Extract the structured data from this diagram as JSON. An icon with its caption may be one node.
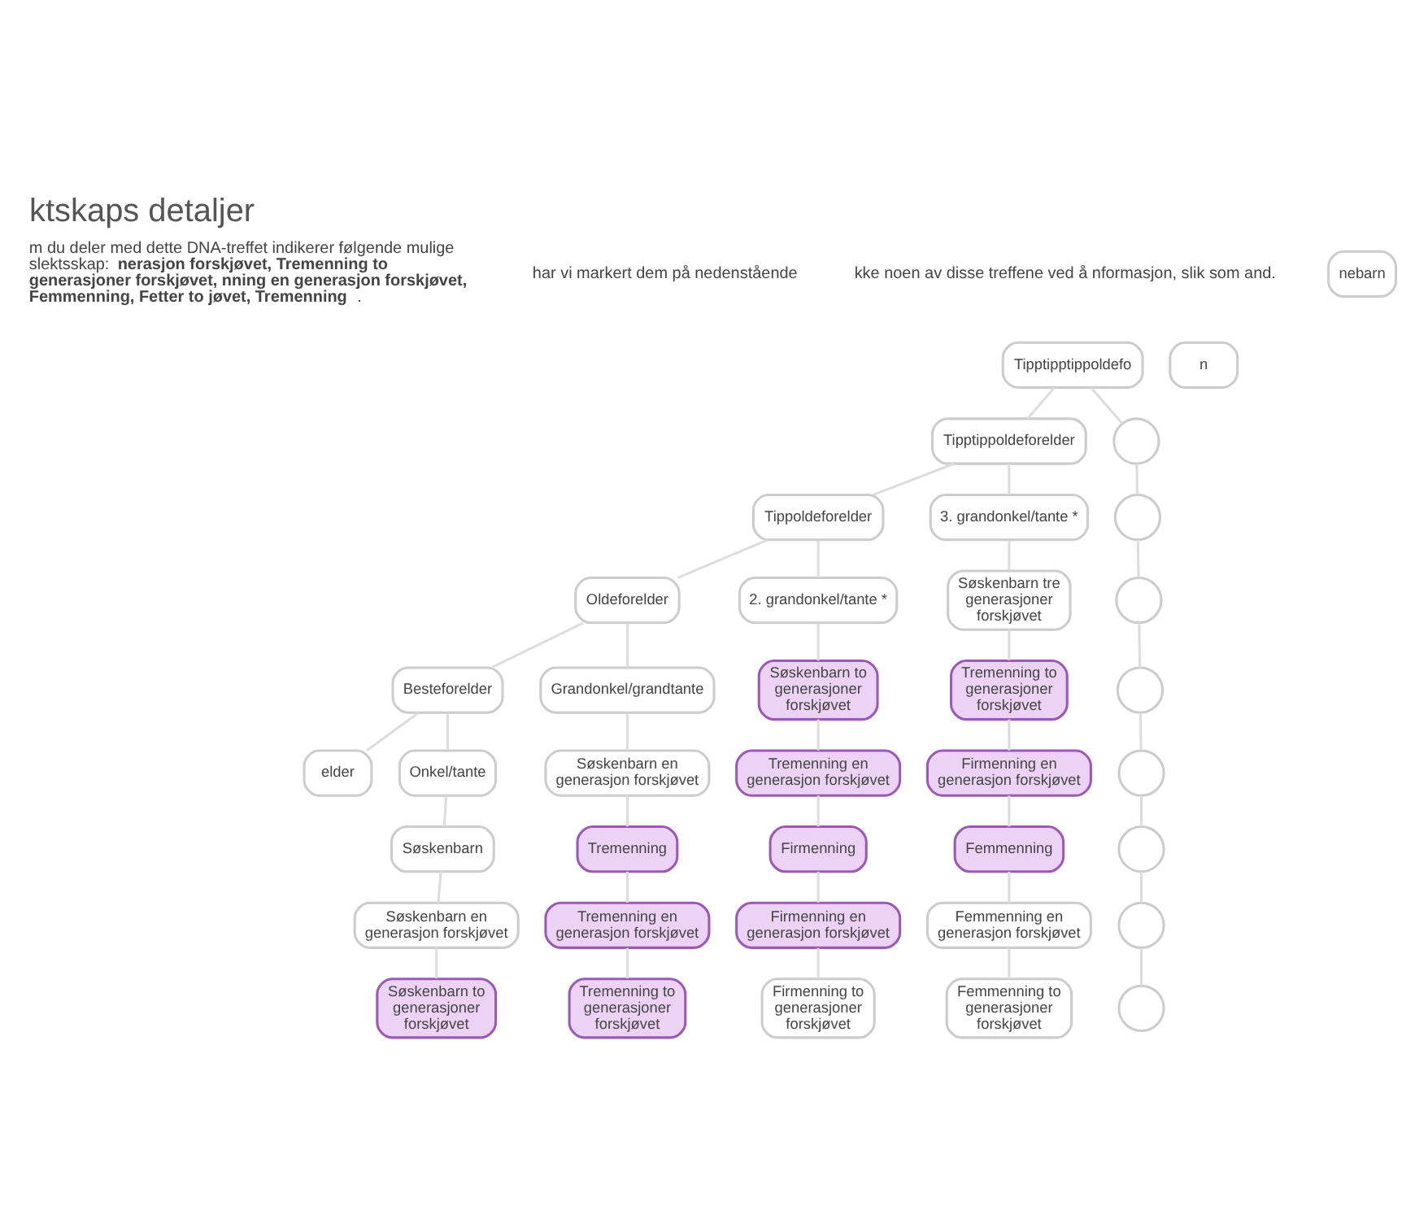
{
  "diagram": {
    "title": "ktskaps detaljer",
    "nodes": [
      {
        "text": [
          "Tipptipptippoldefo"
        ]
      },
      {
        "text": [
          "Tipptippoldeforelder"
        ]
      },
      {
        "text": [],
        "shape": "circle"
      },
      {
        "text": [
          "Tippoldeforelder"
        ]
      },
      {
        "text": [
          "3. grandonkel/tante *"
        ]
      },
      {
        "text": [
          "Oldeforelder"
        ]
      },
      {
        "text": [
          "2. grandonkel/tante *"
        ]
      },
      {
        "text": [
          "Søskenbarn tre generasjoner forskjøvet"
        ]
      },
      {
        "text": [
          "Besteforelder"
        ]
      },
      {
        "text": [
          "Grandonkel/grandtante"
        ]
      },
      {
        "text": [
          "Søskenbarn to generasjoner forskjøvet"
        ]
      },
      {
        "text": [
          "Tremenning to generasjoner forskjøvet"
        ]
      },
      {
        "text": [
          "elder"
        ]
      },
      {
        "text": [
          "Onkel/tante"
        ]
      },
      {
        "text": [
          "Søskenbarn en generasjon forskjøvet"
        ]
      },
      {
        "text": [
          "Tremenning en generasjon forskjøvet"
        ]
      },
      {
        "text": [
          "Firmenning en generasjon forskjøvet"
        ]
      },
      {
        "text": [
          "Søskenbarn"
        ]
      },
      {
        "text": [
          "Tremenning"
        ]
      },
      {
        "text": [
          "Firmenning"
        ]
      },
      {
        "text": [
          "Femmenning"
        ]
      },
      {
        "text": [
          "n"
        ]
      },
      {
        "text": [
          "Søskenbarn en generasjon forskjøvet"
        ]
      },
      {
        "text": [
          "Tremenning en generasjon forskjøvet"
        ]
      },
      {
        "text": [
          "Firmenning en generasjon forskjøvet"
        ]
      },
      {
        "text": [
          "Femmenning en generasjon forskjøvet"
        ]
      },
      {
        "text": [
          "nebarn"
        ]
      },
      {
        "text": [
          "Søskenbarn to generasjoner forskjøvet"
        ]
      },
      {
        "text": [
          "Tremenning to generasjoner forskjøvet"
        ]
      },
      {
        "text": [
          "Firmenning to generasjoner forskjøvet"
        ]
      },
      {
        "text": [
          "Femmenning to generasjoner forskjøvet"
        ]
      },
      {
        "text": [],
        "shape": "circle"
      },
      {
        "text": [],
        "shape": "circle"
      },
      {
        "text": [],
        "shape": "circle"
      },
      {
        "text": [],
        "shape": "circle"
      },
      {
        "text": [],
        "shape": "circle"
      },
      {
        "text": [],
        "shape": "circle"
      },
      {
        "text": [],
        "shape": "circle"
      }
    ],
    "edges": [
      {
        "from": 0,
        "to": 1,
        "arrow": "none"
      },
      {
        "from": 0,
        "to": 2,
        "arrow": "none"
      },
      {
        "from": 1,
        "to": 3,
        "arrow": "none"
      },
      {
        "from": 1,
        "to": 4,
        "arrow": "none"
      },
      {
        "from": 3,
        "to": 5,
        "arrow": "none"
      },
      {
        "from": 3,
        "to": 6,
        "arrow": "none"
      },
      {
        "from": 4,
        "to": 7,
        "arrow": "none"
      },
      {
        "from": 5,
        "to": 8,
        "arrow": "none"
      },
      {
        "from": 5,
        "to": 9,
        "arrow": "none"
      },
      {
        "from": 6,
        "to": 10,
        "arrow": "none"
      },
      {
        "from": 7,
        "to": 11,
        "arrow": "none"
      },
      {
        "from": 8,
        "to": 12,
        "arrow": "none"
      },
      {
        "from": 8,
        "to": 13,
        "arrow": "none"
      },
      {
        "from": 9,
        "to": 14,
        "arrow": "none"
      },
      {
        "from": 10,
        "to": 15,
        "arrow": "none"
      },
      {
        "from": 11,
        "to": 16,
        "arrow": "none"
      },
      {
        "from": 13,
        "to": 17,
        "arrow": "none"
      },
      {
        "from": 14,
        "to": 18,
        "arrow": "none"
      },
      {
        "from": 15,
        "to": 19,
        "arrow": "none"
      },
      {
        "from": 16,
        "to": 20,
        "arrow": "none"
      },
      {
        "from": 17,
        "to": 22,
        "arrow": "none"
      },
      {
        "from": 18,
        "to": 23,
        "arrow": "none"
      },
      {
        "from": 19,
        "to": 24,
        "arrow": "none"
      },
      {
        "from": 20,
        "to": 25,
        "arrow": "none"
      },
      {
        "from": 22,
        "to": 27,
        "arrow": "none"
      },
      {
        "from": 23,
        "to": 28,
        "arrow": "none"
      },
      {
        "from": 24,
        "to": 29,
        "arrow": "none"
      },
      {
        "from": 25,
        "to": 30,
        "arrow": "none"
      },
      {
        "from": 2,
        "to": 31,
        "arrow": "none"
      },
      {
        "from": 31,
        "to": 32,
        "arrow": "none"
      },
      {
        "from": 32,
        "to": 33,
        "arrow": "none"
      },
      {
        "from": 33,
        "to": 34,
        "arrow": "none"
      },
      {
        "from": 34,
        "to": 35,
        "arrow": "none"
      },
      {
        "from": 35,
        "to": 36,
        "arrow": "none"
      },
      {
        "from": 36,
        "to": 37,
        "arrow": "none"
      }
    ],
    "labels": [
      "m du deler med dette DNA-treffet indikerer følgende mulige slektsskap: **nerasjon forskjøvet, Tremenning to generasjoner forskjøvet, nning en generasjon forskjøvet, Femmenning, Fetter to jøvet, Tremenning**.",
      "har vi markert dem på nedenstående",
      "kke noen av disse treffene ved å nformasjon, slik som and."
    ]
  }
}
